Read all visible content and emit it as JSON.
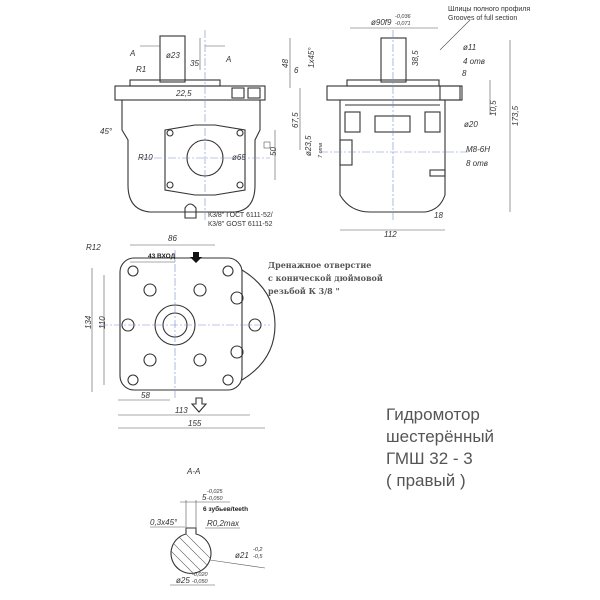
{
  "title": {
    "line1": "Гидромотор",
    "line2": "шестерённый",
    "line3": "ГМШ  32  -  3",
    "line4": "( правый )"
  },
  "front_view": {
    "section_mark_left": "A",
    "section_mark_right": "A",
    "r1": "R1",
    "shaft_dia": "ø23",
    "shaft_len": "35",
    "flange_w": "22,5",
    "chamfer": "45°",
    "r10": "R10",
    "bore": "ø65",
    "square": "50",
    "port_note_ru": "К3/8\" ГОСТ 6111-52/",
    "port_note_en": "К3/8\" GOST 6111-52"
  },
  "side_view": {
    "pilot_dia": "ø90f9",
    "pilot_tol_upper": "-0,036",
    "pilot_tol_lower": "-0,071",
    "spline_note_ru": "Шлицы полного профиля",
    "spline_note_en": "Grooves of full section",
    "shaft_len": "38,5",
    "hole_dia": "ø11",
    "hole_count": "4 отв",
    "dim_8": "8",
    "dim_48": "48",
    "dim_6": "6",
    "chamfer": "1х45°",
    "dim_675": "67,5",
    "dim_105": "10,5",
    "dim_1735": "173,5",
    "dia_20": "ø20",
    "dia_235": "ø23,5",
    "holes_7": "7 отв",
    "thread": "M8-6H",
    "holes_8": "8 отв",
    "dim_18": "18",
    "dim_112": "112"
  },
  "plan_view": {
    "r12": "R12",
    "dim_86": "86",
    "inlet": "43  ВХОД",
    "dim_134": "134",
    "dim_110": "110",
    "dim_58": "58",
    "dim_113": "113",
    "dim_155": "155",
    "drain_line1": "Дренажное отверстие",
    "drain_line2": "с конической дюймовой",
    "drain_line3": "резьбой   К 3/8 \""
  },
  "section_aa": {
    "label": "А-А",
    "key_w": "5",
    "key_tol_upper": "-0,025",
    "key_tol_lower": "-0,050",
    "teeth": "6 зубьев/teeth",
    "chamfer": "0,3х45°",
    "radius": "R0,2max",
    "inner_dia": "ø21",
    "inner_tol_upper": "-0,2",
    "inner_tol_lower": "-0,5",
    "outer_dia": "ø25",
    "outer_tol_upper": "-0,020",
    "outer_tol_lower": "-0,050"
  }
}
